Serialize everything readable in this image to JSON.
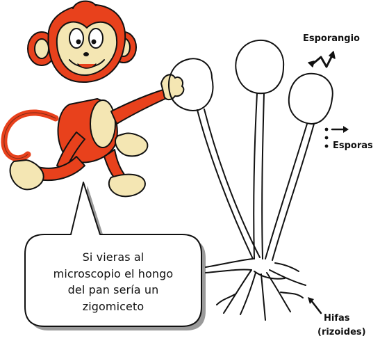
{
  "labels": {
    "esporangio": "Esporangio",
    "esporas": "Esporas",
    "hifas": "Hifas",
    "rizoides": "(rizoides)"
  },
  "speech_bubble": {
    "lines": [
      "Si vieras al",
      "microscopio el hongo",
      "del pan sería un",
      "zigomiceto"
    ]
  },
  "colors": {
    "monkey_body": "#e8411c",
    "monkey_face": "#f4e6b3",
    "outline": "#111111",
    "bubble_shadow": "#9a9a9a"
  },
  "icons": {
    "character": "cartoon-monkey",
    "organism": "bread-mold-zygomycete"
  }
}
